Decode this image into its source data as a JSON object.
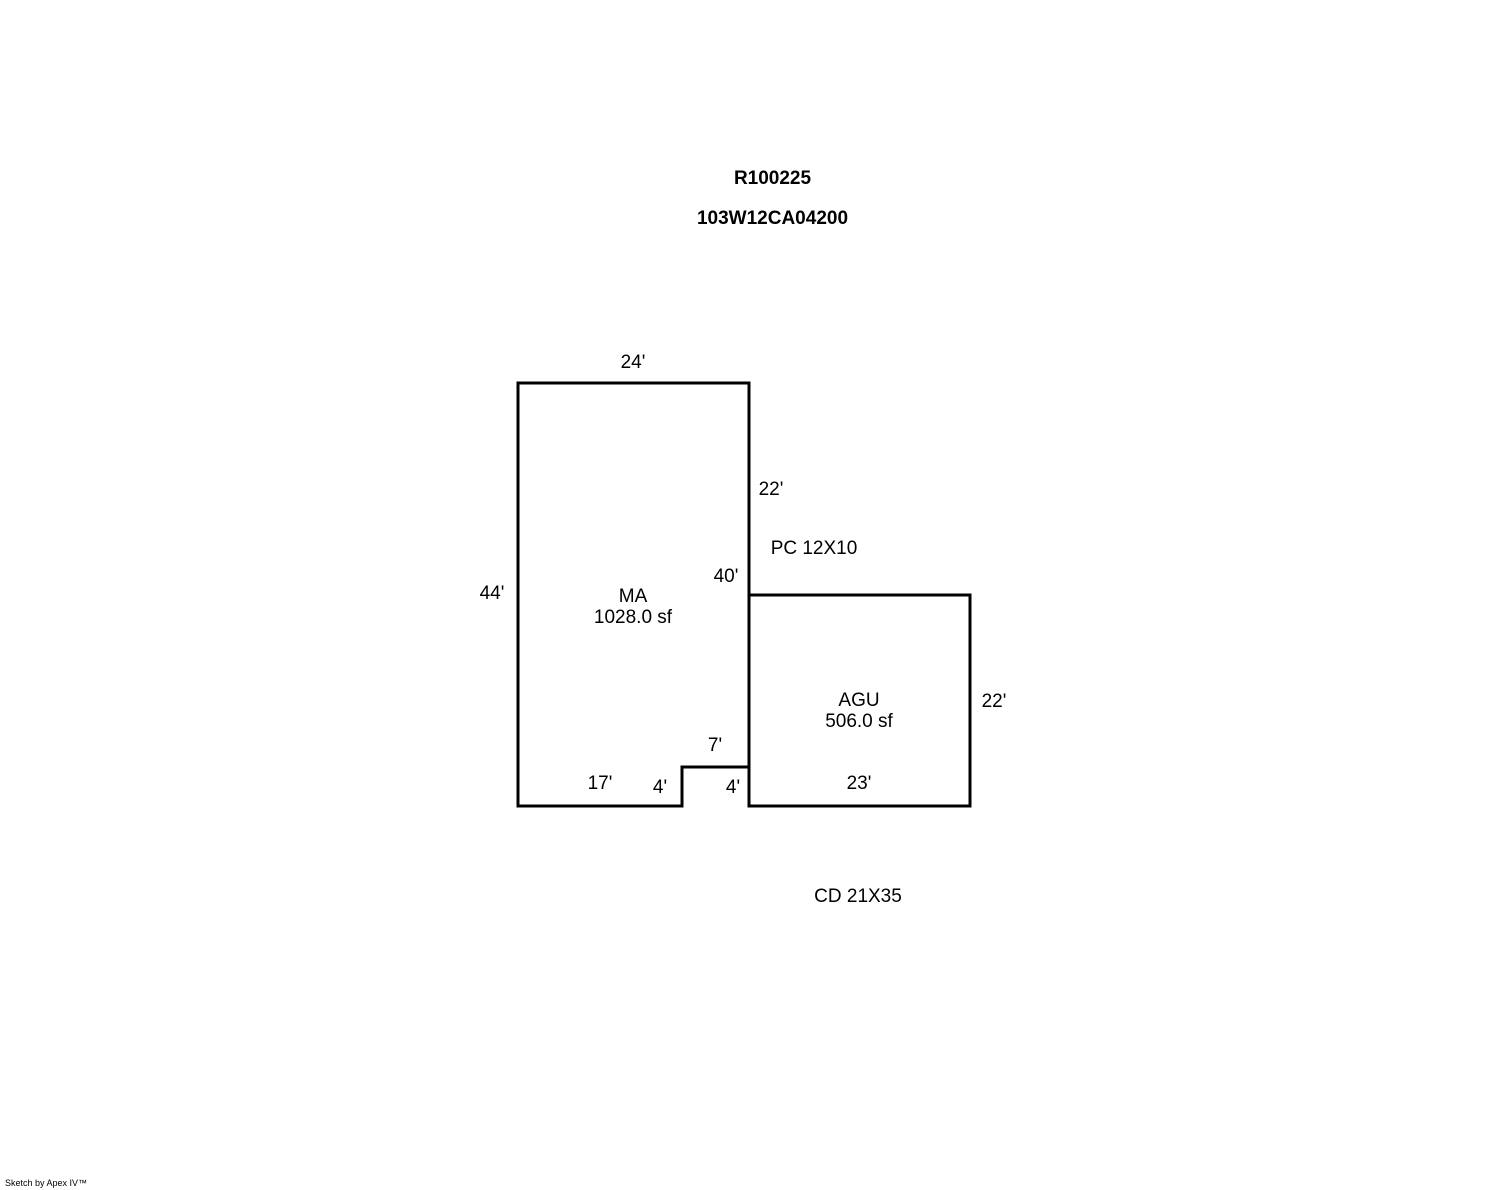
{
  "header": {
    "account": "R100225",
    "map_taxlot": "103W12CA04200"
  },
  "areas": {
    "ma": {
      "code": "MA",
      "area": "1028.0 sf"
    },
    "agu": {
      "code": "AGU",
      "area": "506.0 sf"
    }
  },
  "dimensions": {
    "ma_top": "24'",
    "ma_left": "44'",
    "ma_right_upper": "22'",
    "ma_right_lower": "40'",
    "notch_top": "7'",
    "ma_bottom": "17'",
    "notch_left": "4'",
    "notch_right": "4'",
    "agu_right": "22'",
    "agu_bottom": "23'"
  },
  "notes": {
    "porch": "PC 12X10",
    "deck": "CD 21X35"
  },
  "footer": {
    "credit": "Sketch by Apex IV™"
  }
}
